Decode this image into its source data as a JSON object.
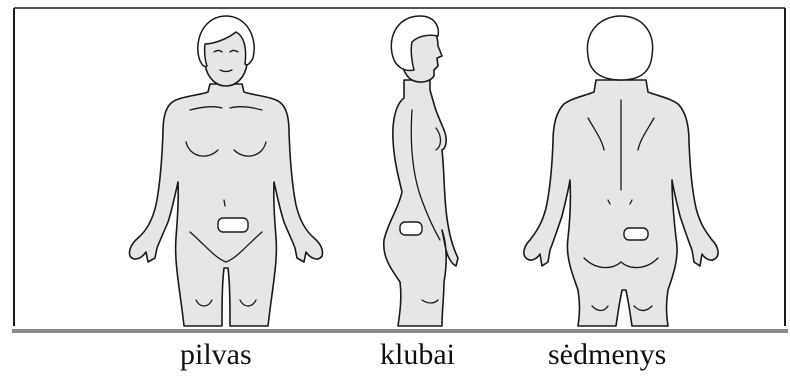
{
  "labels": {
    "front": "pilvas",
    "side": "klubai",
    "back": "sėdmenys"
  },
  "colors": {
    "skin": "#e6e6e6",
    "outline": "#1a1a1a",
    "patch": "#ffffff",
    "frame": "#1a1a1a"
  }
}
